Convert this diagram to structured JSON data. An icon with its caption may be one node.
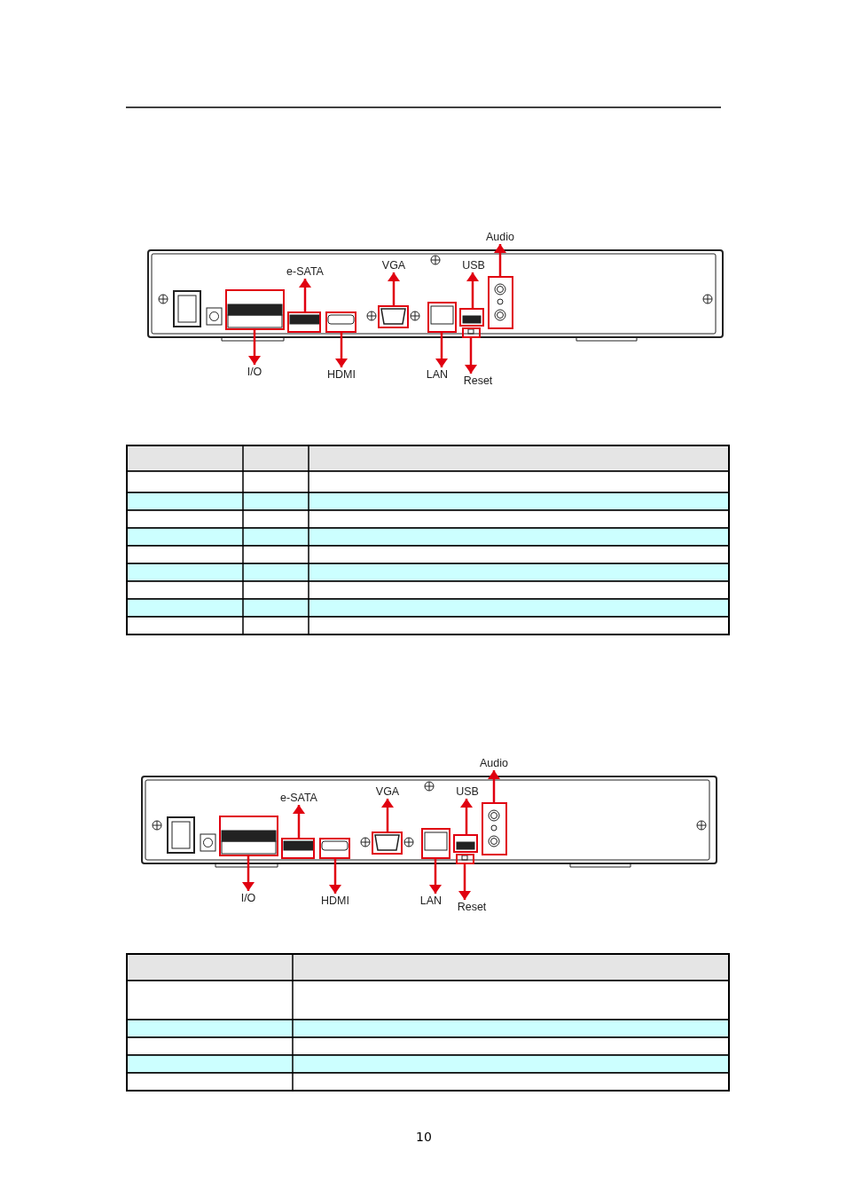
{
  "diagram": {
    "nodes": [
      {
        "text": [
          "Audio"
        ]
      },
      {
        "text": [
          "e-SATA"
        ]
      },
      {
        "text": [
          "VGA"
        ]
      },
      {
        "text": [
          "USB"
        ]
      },
      {
        "text": [
          "I/O"
        ]
      },
      {
        "text": [
          "HDMI"
        ]
      },
      {
        "text": [
          "LAN"
        ]
      },
      {
        "text": [
          "Reset"
        ]
      },
      {
        "text": [],
        "shape": "box"
      },
      {
        "text": [],
        "shape": "box"
      },
      {
        "text": [],
        "shape": "box"
      },
      {
        "text": [],
        "shape": "box"
      },
      {
        "text": [],
        "shape": "box"
      },
      {
        "text": [],
        "shape": "box"
      },
      {
        "text": [],
        "shape": "box"
      },
      {
        "text": [],
        "shape": "box"
      },
      {
        "text": [
          "Audio"
        ]
      },
      {
        "text": [
          "e-SATA"
        ]
      },
      {
        "text": [
          "VGA"
        ]
      },
      {
        "text": [
          "USB"
        ]
      },
      {
        "text": [
          "I/O"
        ]
      },
      {
        "text": [
          "HDMI"
        ]
      },
      {
        "text": [
          "LAN"
        ]
      },
      {
        "text": [
          "Reset"
        ]
      },
      {
        "text": [],
        "shape": "box"
      },
      {
        "text": [],
        "shape": "box"
      },
      {
        "text": [],
        "shape": "box"
      },
      {
        "text": [],
        "shape": "box"
      },
      {
        "text": [],
        "shape": "box"
      },
      {
        "text": [],
        "shape": "box"
      },
      {
        "text": [],
        "shape": "box"
      },
      {
        "text": [],
        "shape": "box"
      }
    ],
    "edges": [
      {
        "from": 8,
        "to": 4,
        "arrow": "to"
      },
      {
        "from": 9,
        "to": 1,
        "arrow": "to"
      },
      {
        "from": 10,
        "to": 5,
        "arrow": "to"
      },
      {
        "from": 11,
        "to": 2,
        "arrow": "to"
      },
      {
        "from": 12,
        "to": 6,
        "arrow": "to"
      },
      {
        "from": 13,
        "to": 3,
        "arrow": "to"
      },
      {
        "from": 14,
        "to": 7,
        "arrow": "to"
      },
      {
        "from": 15,
        "to": 0,
        "arrow": "to"
      },
      {
        "from": 24,
        "to": 20,
        "arrow": "to"
      },
      {
        "from": 25,
        "to": 17,
        "arrow": "to"
      },
      {
        "from": 26,
        "to": 21,
        "arrow": "to"
      },
      {
        "from": 27,
        "to": 18,
        "arrow": "to"
      },
      {
        "from": 28,
        "to": 22,
        "arrow": "to"
      },
      {
        "from": 29,
        "to": 19,
        "arrow": "to"
      },
      {
        "from": 30,
        "to": 23,
        "arrow": "to"
      },
      {
        "from": 31,
        "to": 16,
        "arrow": "to"
      }
    ],
    "labels": [
      "10"
    ]
  }
}
